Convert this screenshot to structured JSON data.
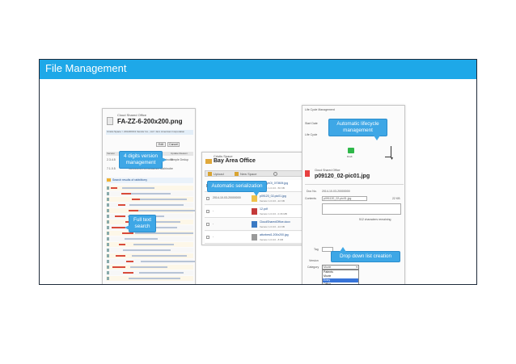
{
  "slide": {
    "title": "File Management"
  },
  "shot1": {
    "office": "Cloud Shared Office",
    "filename": "FA-ZZ-6-200x200.png",
    "breadcrumb": "Cristis Space > 2014/03/13 Vendor Co., Ltd > Ext. American Corporation",
    "edit": "Edit",
    "cancel": "Cancel",
    "col_version": "Version",
    "col_date": "Date",
    "col_updated": "Updated by",
    "col_update_reason": "Update Reason",
    "versions": [
      {
        "v": "2.3.4.5",
        "date": "15/04/2014 23:18",
        "by": "Takeshi Michinobe",
        "reason": "Simple Dedup"
      },
      {
        "v": "7.1.0.5",
        "date": "16/04/2014 23:22",
        "by": "Takeshi Michinobe",
        "reason": ""
      }
    ],
    "search_title": "Search results of rabbittorry"
  },
  "shot2": {
    "header": "Cristis Space",
    "office": "Bay Area Office",
    "upload": "Upload",
    "new_space": "New Space",
    "rows": [
      {
        "date": "2014-10-03-20000001",
        "name": "moneyxOl_070509.jpg",
        "ver": "Version 1.0.0.0 - 50 KB"
      },
      {
        "date": "2014-10-03-20000000",
        "name": "p09120_02-pic01.jpg",
        "ver": "Version 1.0.0.0 - 22 KB"
      },
      {
        "date": "-",
        "name": "12.pdf",
        "ver": "Version 1.0.0.0 - 0.36 MB"
      },
      {
        "date": "-",
        "name": "CloudSharedOffice.docx",
        "ver": "Version 1.0.0.0 - 24 KB"
      },
      {
        "date": "-",
        "name": "attorbest1.200x200.jpg",
        "ver": "Version 1.0.0.0 - 8 KB"
      }
    ]
  },
  "shot3": {
    "life_cycle": "Life Cycle Management",
    "start_date": "Start Date",
    "life_cycle_label": "Life Cycle",
    "draft": "Draft",
    "office": "Cloud Shared Office",
    "filename": "p09120_02-pic01.jpg",
    "doc_no_label": "Doc No.",
    "doc_no": "2014-10-03-20000000",
    "contents_label": "Contents",
    "contents_file": "p091120_02-pic01.jpg",
    "size": "22 KB",
    "remaining": "512 characters remaining",
    "tag_label": "Tag",
    "version_label": "Version",
    "category_label": "Category",
    "category_selected": "Movie",
    "category_options": [
      "Patents",
      "Movie",
      "Entry",
      "Office"
    ]
  },
  "callouts": {
    "version": "4 digits version management",
    "fulltext": "Full text search",
    "serialization": "Automatic serialization",
    "lifecycle": "Automatic lifecycle management",
    "dropdown": "Drop down list creation"
  },
  "colors": {
    "title_bar": "#1ea8e8",
    "callout": "#3ea7e6",
    "frame_border": "#1e2a3a"
  }
}
